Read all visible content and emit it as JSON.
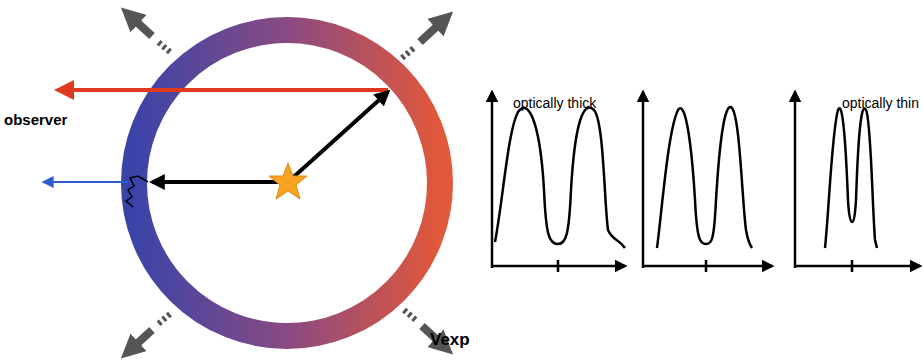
{
  "diagram": {
    "labels": [
      "observer",
      "Vexp",
      "optically thick",
      "optically thin"
    ]
  }
}
